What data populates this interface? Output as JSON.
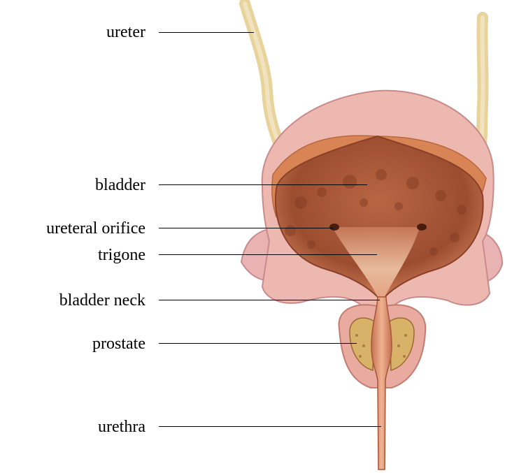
{
  "labels": {
    "ureter": "ureter",
    "bladder": "bladder",
    "ureteral_orifice": "ureteral orifice",
    "trigone": "trigone",
    "bladder_neck": "bladder neck",
    "prostate": "prostate",
    "urethra": "urethra"
  },
  "colors": {
    "ureter": "#ecd9a0",
    "outer_tissue": "#e9b2b3",
    "bladder_wall": "#c96a45",
    "bladder_inner": "#a95636",
    "trigone": "#efc2a8",
    "prostate_gland": "#d9b26a",
    "urethra": "#d98a6a"
  }
}
